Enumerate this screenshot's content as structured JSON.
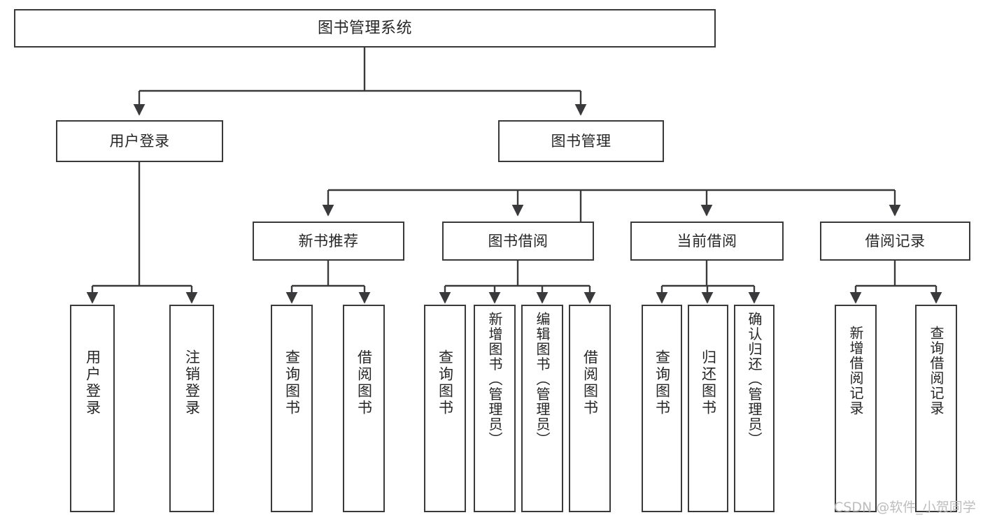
{
  "diagram": {
    "type": "tree-hierarchy-chart",
    "title": "图书管理系统",
    "orientation": "top-down",
    "line_color": "#3a3a3c",
    "box_fill": "#ffffff",
    "text_color": "#262626",
    "levels": 4
  },
  "root": {
    "label": "图书管理系统"
  },
  "level2": [
    {
      "label": "用户登录"
    },
    {
      "label": "图书管理"
    }
  ],
  "level3": [
    {
      "label": "新书推荐"
    },
    {
      "label": "图书借阅"
    },
    {
      "label": "当前借阅"
    },
    {
      "label": "借阅记录"
    }
  ],
  "leaves": {
    "user_login": [
      {
        "label": "用户登录"
      },
      {
        "label": "注销登录"
      }
    ],
    "new_book_recommend": [
      {
        "label": "查询图书"
      },
      {
        "label": "借阅图书"
      }
    ],
    "book_borrow": [
      {
        "label": "查询图书"
      },
      {
        "label": "新增图书（管理员）"
      },
      {
        "label": "编辑图书（管理员）"
      },
      {
        "label": "借阅图书"
      }
    ],
    "current_borrow": [
      {
        "label": "查询图书"
      },
      {
        "label": "归还图书"
      },
      {
        "label": "确认归还（管理员）"
      }
    ],
    "borrow_record": [
      {
        "label": "新增借阅记录"
      },
      {
        "label": "查询借阅记录"
      }
    ]
  },
  "watermark": {
    "text": "CSDN @软件_小贺同学",
    "color": "#bdbdbd"
  }
}
